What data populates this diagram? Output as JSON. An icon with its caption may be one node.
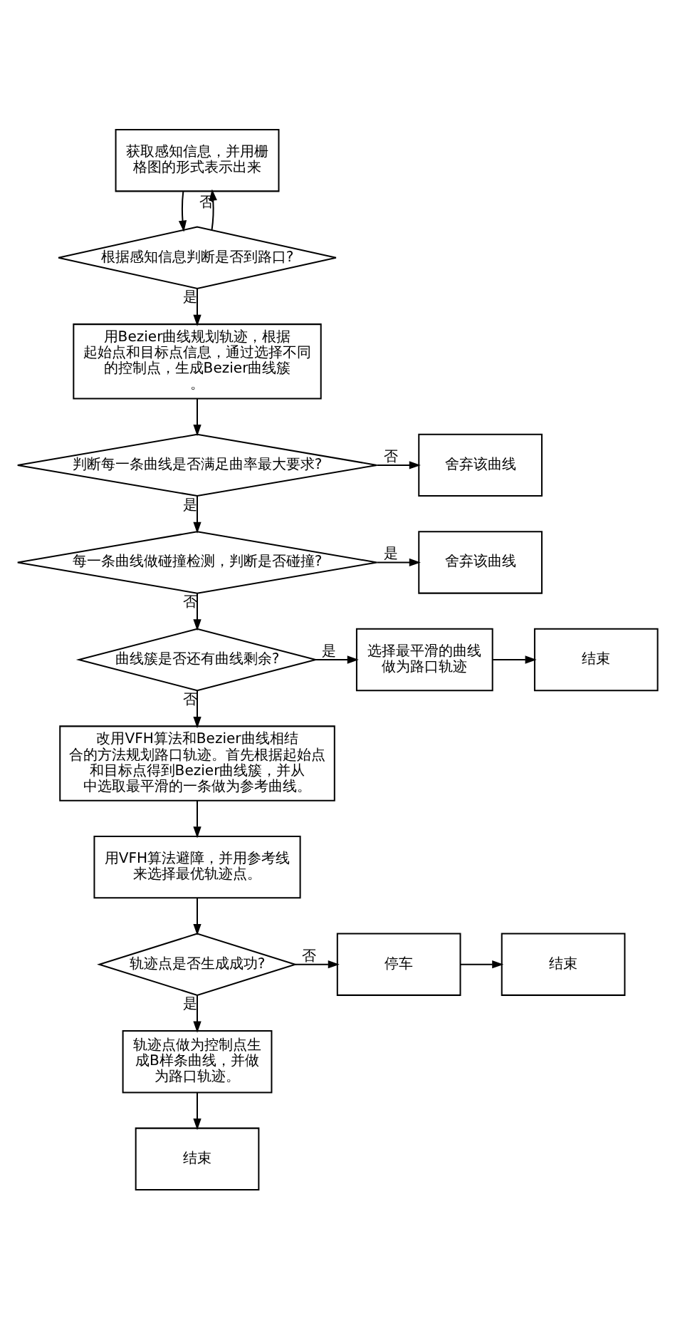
{
  "diagram": {
    "nodes": [
      {
        "text": [
          "获取感知信息，并用栅格图的形式表示出来"
        ]
      },
      {
        "text": [
          "根据感知信息判断是否到路口?"
        ]
      },
      {
        "text": [
          "用Bezier曲线规划轨迹，根据起始点和目标点信息，通过选择不同的控制点，生成Bezier曲线簇。"
        ]
      },
      {
        "text": [
          "判断每一条曲线是否满足曲率最大要求?"
        ]
      },
      {
        "text": [
          "舍弃该曲线"
        ]
      },
      {
        "text": [
          "每一条曲线做碰撞检测，判断是否碰撞?"
        ]
      },
      {
        "text": [
          "舍弃该曲线"
        ]
      },
      {
        "text": [
          "曲线簇是否还有曲线剩余?"
        ]
      },
      {
        "text": [
          "选择最平滑的曲线做为路口轨迹"
        ]
      },
      {
        "text": [
          "结束"
        ]
      },
      {
        "text": [
          "改用VFH算法和Bezier曲线相结合的方法规划路口轨迹。首先根据起始点和目标点得到Bezier曲线簇，并从中选取最平滑的一条做为参考曲线。"
        ]
      },
      {
        "text": [
          "用VFH算法避障，并用参考线来选择最优轨迹点。"
        ]
      },
      {
        "text": [
          "轨迹点是否生成成功?"
        ]
      },
      {
        "text": [
          "停车"
        ]
      },
      {
        "text": [
          "结束"
        ]
      },
      {
        "text": [
          "轨迹点做为控制点生成B样条曲线，并做为路口轨迹。"
        ]
      },
      {
        "text": [
          "结束"
        ]
      }
    ],
    "edges": [
      {
        "from": 0,
        "to": 1,
        "arrow": "to"
      },
      {
        "from": 1,
        "to": 0,
        "arrow": "to",
        "label": "否"
      },
      {
        "from": 1,
        "to": 2,
        "arrow": "to",
        "label": "是"
      },
      {
        "from": 2,
        "to": 3,
        "arrow": "to"
      },
      {
        "from": 3,
        "to": 4,
        "arrow": "to",
        "label": "否"
      },
      {
        "from": 3,
        "to": 5,
        "arrow": "to",
        "label": "是"
      },
      {
        "from": 5,
        "to": 6,
        "arrow": "to",
        "label": "是"
      },
      {
        "from": 5,
        "to": 7,
        "arrow": "to",
        "label": "否"
      },
      {
        "from": 7,
        "to": 8,
        "arrow": "to",
        "label": "是"
      },
      {
        "from": 8,
        "to": 9,
        "arrow": "to"
      },
      {
        "from": 7,
        "to": 10,
        "arrow": "to",
        "label": "否"
      },
      {
        "from": 10,
        "to": 11,
        "arrow": "to"
      },
      {
        "from": 11,
        "to": 12,
        "arrow": "to"
      },
      {
        "from": 12,
        "to": 13,
        "arrow": "to",
        "label": "否"
      },
      {
        "from": 13,
        "to": 14,
        "arrow": "to"
      },
      {
        "from": 12,
        "to": 15,
        "arrow": "to",
        "label": "是"
      },
      {
        "from": 15,
        "to": 16,
        "arrow": "to"
      }
    ]
  }
}
